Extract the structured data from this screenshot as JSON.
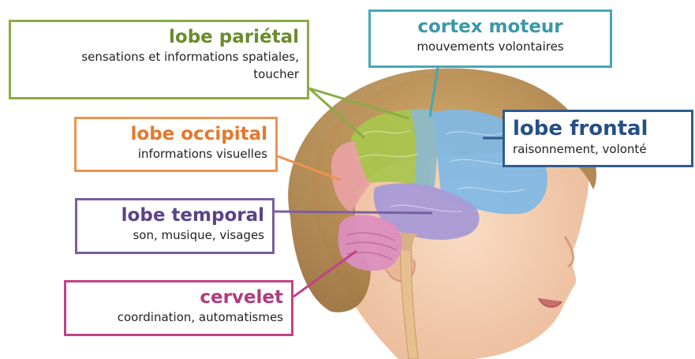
{
  "colors": {
    "parietal": "#8bab47",
    "moteur": "#45a8b8",
    "frontal": "#2f5b91",
    "occipital": "#ef9250",
    "temporal": "#7a5ea3",
    "cervelet": "#c24287",
    "skin": "#f2c9ab",
    "hair": "#b58a4d"
  },
  "labels": {
    "parietal": {
      "title": "lobe pariétal",
      "desc_1": "sensations et informations spatiales,",
      "desc_2": "toucher"
    },
    "moteur": {
      "title": "cortex moteur",
      "desc_1": "mouvements volontaires"
    },
    "frontal": {
      "title": "lobe frontal",
      "desc_1": "raisonnement, volonté"
    },
    "occipital": {
      "title": "lobe occipital",
      "desc_1": "informations visuelles"
    },
    "temporal": {
      "title": "lobe temporal",
      "desc_1": "son, musique, visages"
    },
    "cervelet": {
      "title": "cervelet",
      "desc_1": "coordination, automatismes"
    }
  }
}
